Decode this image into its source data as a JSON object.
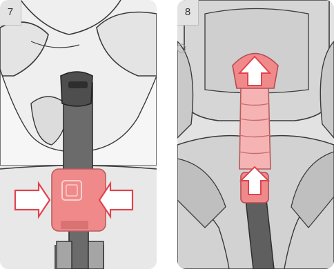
{
  "steps": [
    {
      "number": "7"
    },
    {
      "number": "8"
    }
  ],
  "colors": {
    "highlight": "#f08a8a",
    "highlight_light": "#f9c4c4",
    "strap": "#6b6b6b",
    "seat_fabric": "#d8d8d8",
    "outline": "#3a3a3a"
  },
  "illustrations": {
    "step7": {
      "icon": "chest-clip-squeeze-arrows"
    },
    "step8": {
      "icon": "chest-clip-slide-up-arrows"
    }
  }
}
